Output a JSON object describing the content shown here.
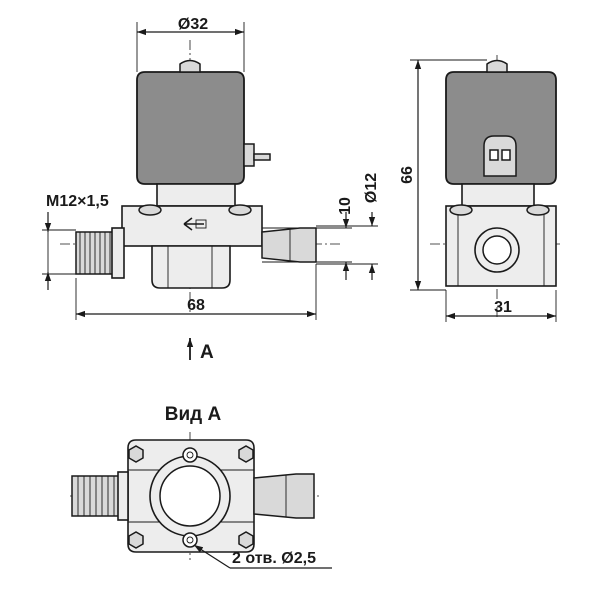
{
  "front_view": {
    "dim_top": "Ø32",
    "dim_thread": "M12×1,5",
    "dim_height_small": "10",
    "dim_dia_right": "Ø12",
    "dim_length": "68",
    "view_marker": "A"
  },
  "side_view": {
    "dim_height": "66",
    "dim_width": "31"
  },
  "bottom_view": {
    "title": "Вид А",
    "holes_note": "2 отв. Ø2,5"
  }
}
